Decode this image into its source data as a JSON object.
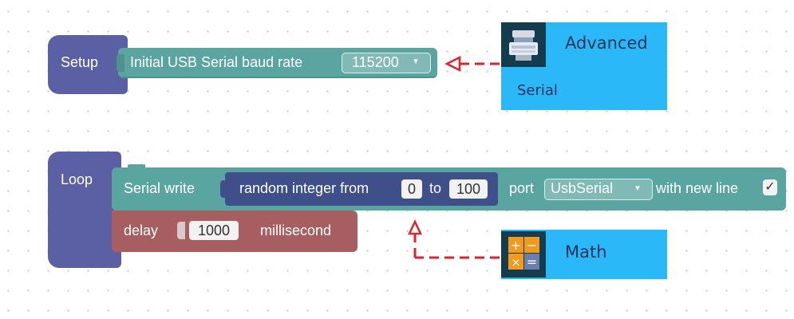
{
  "workspace": {
    "setup": {
      "label": "Setup",
      "serial_block": {
        "label": "Initial USB Serial baud rate",
        "baud_value": "115200"
      }
    },
    "loop": {
      "label": "Loop",
      "serial_write": {
        "label": "Serial write",
        "random": {
          "label": "random integer from",
          "from": "0",
          "to_label": "to",
          "to": "100"
        },
        "port_label": "port",
        "port_value": "UsbSerial",
        "newline_label": "with new line",
        "newline_checked": "✓"
      },
      "delay": {
        "label": "delay",
        "value": "1000",
        "unit": "millisecond"
      }
    }
  },
  "categories": {
    "advanced": {
      "label": "Advanced",
      "sub": "Serial",
      "icon": "advanced-robot-icon"
    },
    "math": {
      "label": "Math",
      "icon": "calculator-icon"
    }
  },
  "colors": {
    "hat_block": "#5b5fa4",
    "serial_block": "#5ba5a1",
    "random_block": "#3f4f8a",
    "delay_block": "#a65e60",
    "category_bg": "#2bb8f8",
    "arrow": "#e0222a"
  }
}
